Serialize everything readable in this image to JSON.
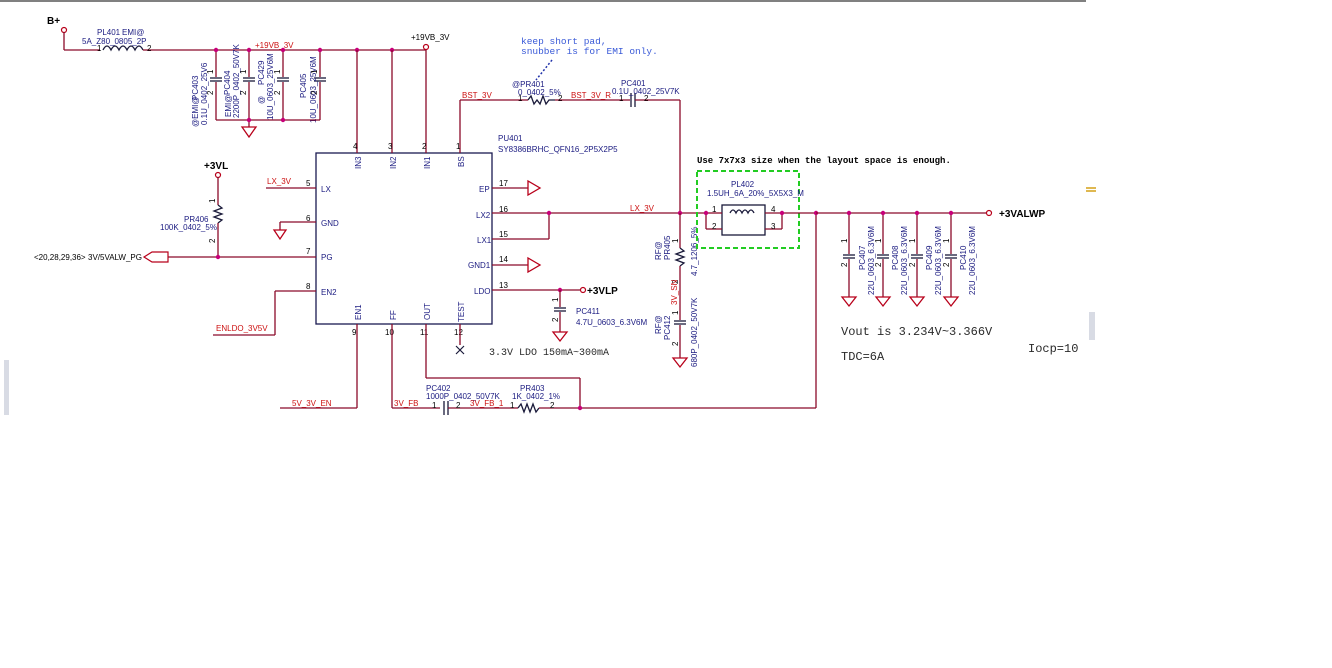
{
  "rails": {
    "b_plus": "B+",
    "v19vb_3v": "+19VB_3V",
    "v19vb_3v_label": "+19VB_3V",
    "v3vl": "+3VL",
    "v3vlp": "+3VLP",
    "v3valwp": "+3VALWP"
  },
  "nets": {
    "bst_3v": "BST_3V",
    "bst_3v_r": "BST_3V_R",
    "lx_3v_left": "LX_3V",
    "lx_3v_right": "LX_3V",
    "enldo": "ENLDO_3V5V",
    "en_5v3v": "5V_3V_EN",
    "fb": "3V_FB",
    "fb_1": "3V_FB_1",
    "snub": "3V_SN",
    "pg": "3V/5VALW_PG",
    "pg_refs": "<20,28,29,36>"
  },
  "ic": {
    "ref": "PU401",
    "part": "SY8386BRHC_QFN16_2P5X2P5",
    "top_pins": [
      {
        "num": "4",
        "name": "IN3"
      },
      {
        "num": "3",
        "name": "IN2"
      },
      {
        "num": "2",
        "name": "IN1"
      },
      {
        "num": "1",
        "name": "BS"
      }
    ],
    "left_pins": [
      {
        "num": "5",
        "name": "LX"
      },
      {
        "num": "6",
        "name": "GND"
      },
      {
        "num": "7",
        "name": "PG"
      },
      {
        "num": "8",
        "name": "EN2"
      }
    ],
    "right_pins": [
      {
        "num": "17",
        "name": "EP"
      },
      {
        "num": "16",
        "name": "LX2"
      },
      {
        "num": "15",
        "name": "LX1"
      },
      {
        "num": "14",
        "name": "GND1"
      },
      {
        "num": "13",
        "name": "LDO"
      }
    ],
    "bottom_pins": [
      {
        "num": "9",
        "name": "EN1"
      },
      {
        "num": "10",
        "name": "FF"
      },
      {
        "num": "11",
        "name": "OUT"
      },
      {
        "num": "12",
        "name": "TEST"
      }
    ]
  },
  "components": {
    "pl401": {
      "ref": "PL401",
      "tag": "EMI@",
      "value": "5A_Z80_0805_2P",
      "p1": "1",
      "p2": "2"
    },
    "pc403": {
      "ref": "PC403",
      "tag": "@EMI@",
      "value": "0.1U_0402_25V6",
      "p1": "1",
      "p2": "2"
    },
    "pc404": {
      "ref": "PC404",
      "tag": "EMI@",
      "value": "2200P_0402_50V7K",
      "p1": "1",
      "p2": "2"
    },
    "pc429": {
      "ref": "PC429",
      "tag": "@",
      "value": "10U_0603_25V6M",
      "p1": "1",
      "p2": "2"
    },
    "pc405": {
      "ref": "PC405",
      "tag": "",
      "value": "10U_0603_25V6M",
      "p1": "1",
      "p2": "2"
    },
    "pr401": {
      "ref": "@PR401",
      "value": "0_0402_5%",
      "p1": "1",
      "p2": "2"
    },
    "pc401": {
      "ref": "PC401",
      "value": "0.1U_0402_25V7K",
      "p1": "1",
      "p2": "2"
    },
    "pr406": {
      "ref": "PR406",
      "value": "100K_0402_5%",
      "p1": "1",
      "p2": "2"
    },
    "pl402": {
      "ref": "PL402",
      "value": "1.5UH_6A_20%_5X5X3_M",
      "p1": "1",
      "p2": "2",
      "p3": "3",
      "p4": "4"
    },
    "pr405": {
      "ref": "PR405",
      "tag": "RF@",
      "value": "4.7_1206_5%",
      "p1": "1",
      "p2": "2"
    },
    "pc412": {
      "ref": "PC412",
      "tag": "RF@",
      "value": "680P_0402_50V7K",
      "p1": "1",
      "p2": "2"
    },
    "pc411": {
      "ref": "PC411",
      "value": "4.7U_0603_6.3V6M",
      "p1": "1",
      "p2": "2"
    },
    "pc402": {
      "ref": "PC402",
      "value": "1000P_0402_50V7K",
      "p1": "1",
      "p2": "2"
    },
    "pr403": {
      "ref": "PR403",
      "value": "1K_0402_1%",
      "p1": "1",
      "p2": "2"
    },
    "pc407": {
      "ref": "PC407",
      "value": "22U_0603_6.3V6M",
      "p1": "1",
      "p2": "2"
    },
    "pc408": {
      "ref": "PC408",
      "value": "22U_0603_6.3V6M",
      "p1": "1",
      "p2": "2"
    },
    "pc409": {
      "ref": "PC409",
      "value": "22U_0603_6.3V6M",
      "p1": "1",
      "p2": "2"
    },
    "pc410": {
      "ref": "PC410",
      "value": "22U_0603_6.3V6M",
      "p1": "1",
      "p2": "2"
    }
  },
  "notes": {
    "snubber_1": "keep short pad,",
    "snubber_2": "snubber is for EMI only.",
    "layout": "Use 7x7x3 size when the layout space is enough.",
    "ldo": "3.3V LDO 150mA~300mA",
    "vout": "Vout  is  3.234V~3.366V",
    "tdc": "TDC=6A",
    "iocp": "Iocp=10"
  },
  "colors": {
    "wire": "#8b0a2a",
    "component_text": "#1a1a80",
    "net_text": "#cc1111",
    "note_text": "#3b5bd8",
    "highlight_box": "#22cc22"
  }
}
